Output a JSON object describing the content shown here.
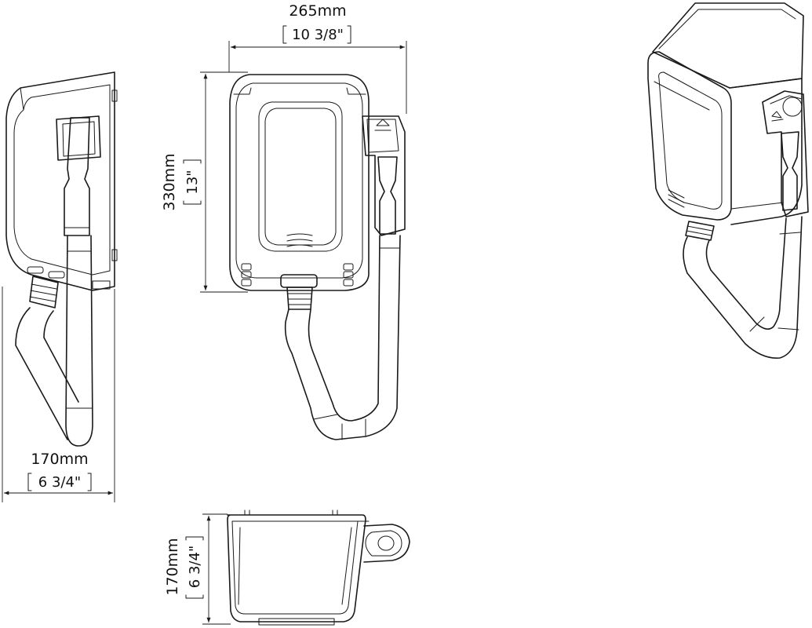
{
  "dimensions": {
    "width": {
      "metric": "265mm",
      "imperial": "10 3/8\""
    },
    "height": {
      "metric": "330mm",
      "imperial": "13\""
    },
    "depth_side": {
      "metric": "170mm",
      "imperial": "6 3/4\""
    },
    "depth_top": {
      "metric": "170mm",
      "imperial": "6 3/4\""
    }
  },
  "colors": {
    "line": "#1a1a1a",
    "background": "#ffffff"
  }
}
